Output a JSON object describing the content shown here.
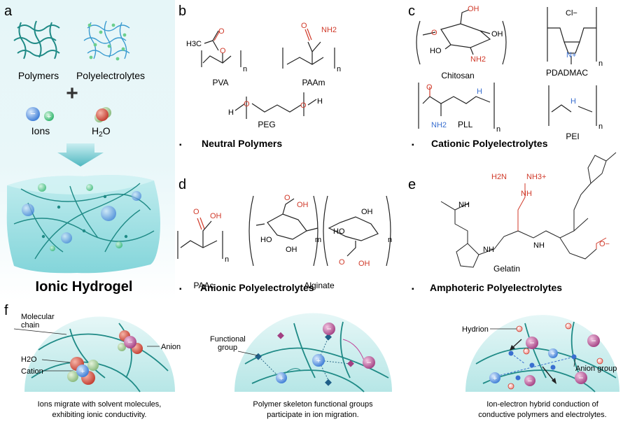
{
  "panels": {
    "a": "a",
    "b": "b",
    "c": "c",
    "d": "d",
    "e": "e",
    "f": "f"
  },
  "panel_a": {
    "polymers": "Polymers",
    "polyelectrolytes": "Polyelectrolytes",
    "plus": "+",
    "ions": "Ions",
    "water_h": "H",
    "water_sub": "2",
    "water_o": "O",
    "hydrogel": "Ionic Hydrogel"
  },
  "panel_b": {
    "pva": "PVA",
    "paam": "PAAm",
    "peg": "PEG",
    "h3c": "H3C",
    "o": "O",
    "nh2": "NH2",
    "n": "n",
    "h": "H",
    "bullet": "▪",
    "category": "Neutral Polymers"
  },
  "panel_c": {
    "chitosan": "Chitosan",
    "pdadmac": "PDADMAC",
    "pll": "PLL",
    "pei": "PEI",
    "oh": "OH",
    "ho": "HO",
    "nh2": "NH2",
    "cl": "Cl−",
    "nplus": "N+",
    "h": "H",
    "bullet": "▪",
    "category": "Cationic Polyelectrolytes"
  },
  "panel_d": {
    "paac": "PAAc",
    "alginate": "Alginate",
    "oh": "OH",
    "ho": "HO",
    "m": "m",
    "n": "n",
    "bullet": "▪",
    "category": "Anionic Polyelectrolytes"
  },
  "panel_e": {
    "gelatin": "Gelatin",
    "nh": "NH",
    "nh3": "NH3+",
    "h2n": "H2N",
    "o_minus": "O−",
    "bullet": "▪",
    "category": "Amphoteric Polyelectrolytes"
  },
  "panel_f": {
    "molecular_chain": "Molecular chain",
    "mol_line1": "Molecular",
    "mol_line2": "chain",
    "anion": "Anion",
    "h2o": "H2O",
    "cation": "Cation",
    "functional_line1": "Functional",
    "functional_line2": "group",
    "hydrion": "Hydrion",
    "anion_group": "Anion group",
    "cap1_line1": "Ions migrate with solvent molecules,",
    "cap1_line2": "exhibiting ionic conductivity.",
    "cap2_line1": "Polymer skeleton functional groups",
    "cap2_line2": "participate in ion migration.",
    "cap3_line1": "Ion-electron hybrid conduction of",
    "cap3_line2": "conductive polymers and electrolytes."
  },
  "colors": {
    "teal": "#1f8a86",
    "red": "#d03a2a",
    "blue": "#3a6fd0",
    "anion": "#b0468a",
    "cation": "#3b7bd6",
    "green": "#27a868"
  }
}
